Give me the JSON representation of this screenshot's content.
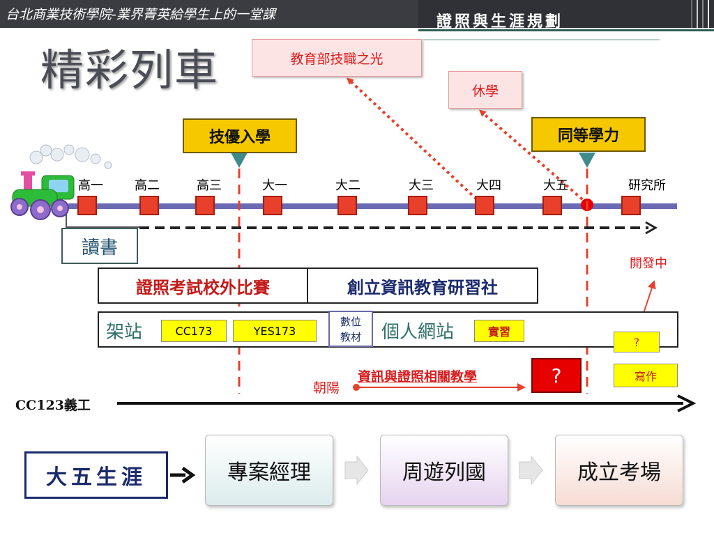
{
  "header": {
    "title": "台北商業技術學院-業界菁英給學生上的一堂課",
    "section": "證照與生涯規劃"
  },
  "main_title": "精彩列車",
  "callouts": {
    "moe": "教育部技職之光",
    "suspend": "休學"
  },
  "gold_labels": {
    "admission": "技優入學",
    "equivalent": "同等學力"
  },
  "timeline": [
    "高一",
    "高二",
    "高三",
    "大一",
    "大二",
    "大三",
    "大四",
    "大五",
    "研究所"
  ],
  "study_box": "讀書",
  "in_development": "開發中",
  "row1": {
    "competition": "證照考試校外比賽",
    "club": "創立資訊教育研習社"
  },
  "row2": {
    "site_building": "架站",
    "cc173": "CC173",
    "yes173": "YES173",
    "digital_materials": "數位\n教材",
    "personal_site": "個人網站",
    "internship": "實習",
    "question_small": "?"
  },
  "teaching": {
    "chaoyang": "朝陽",
    "label": "資訊與證照相關教學",
    "question": "?",
    "writing": "寫作"
  },
  "volunteer": "CC123義工",
  "career": {
    "label": "大五生涯",
    "steps": [
      "專案經理",
      "周遊列國",
      "成立考場"
    ]
  },
  "colors": {
    "accent_red": "#e8402a",
    "gold": "#f5c800",
    "navy": "#1a2a6c"
  }
}
